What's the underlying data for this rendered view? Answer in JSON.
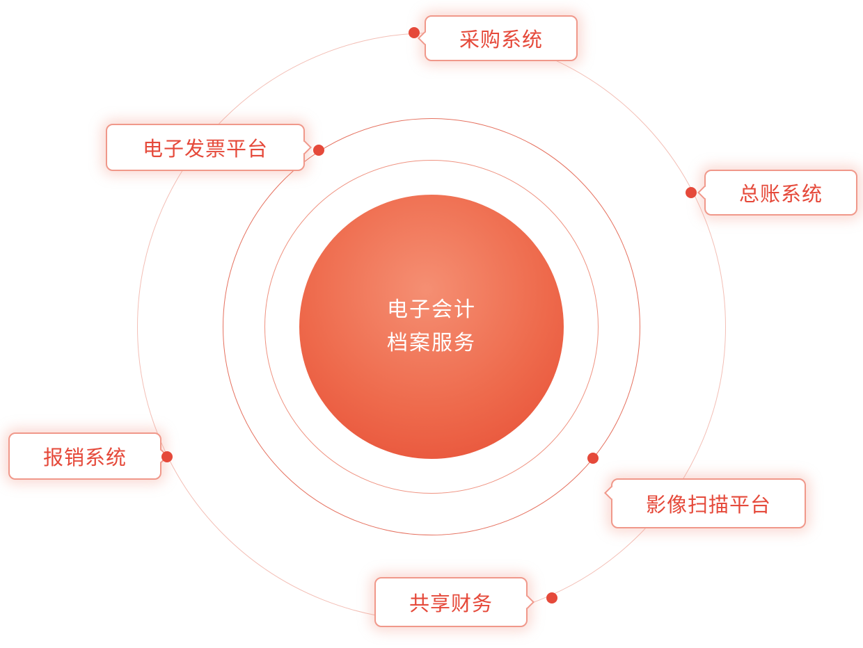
{
  "center": {
    "title_line1": "电子会计",
    "title_line2": "档案服务"
  },
  "nodes": [
    {
      "label": "采购系统"
    },
    {
      "label": "电子发票平台"
    },
    {
      "label": "总账系统"
    },
    {
      "label": "报销系统"
    },
    {
      "label": "影像扫描平台"
    },
    {
      "label": "共享财务"
    }
  ],
  "colors": {
    "accent": "#e5493a",
    "label_text": "#e5493a",
    "label_border": "#f0988a",
    "dot": "#e5493a",
    "ring_inner": "#ef9280",
    "ring_middle": "#e5705e",
    "ring_outer": "#f3beb5",
    "center_grad_start": "#f58f73",
    "center_grad_mid": "#ee6a4c",
    "center_grad_end": "#e64b33"
  }
}
